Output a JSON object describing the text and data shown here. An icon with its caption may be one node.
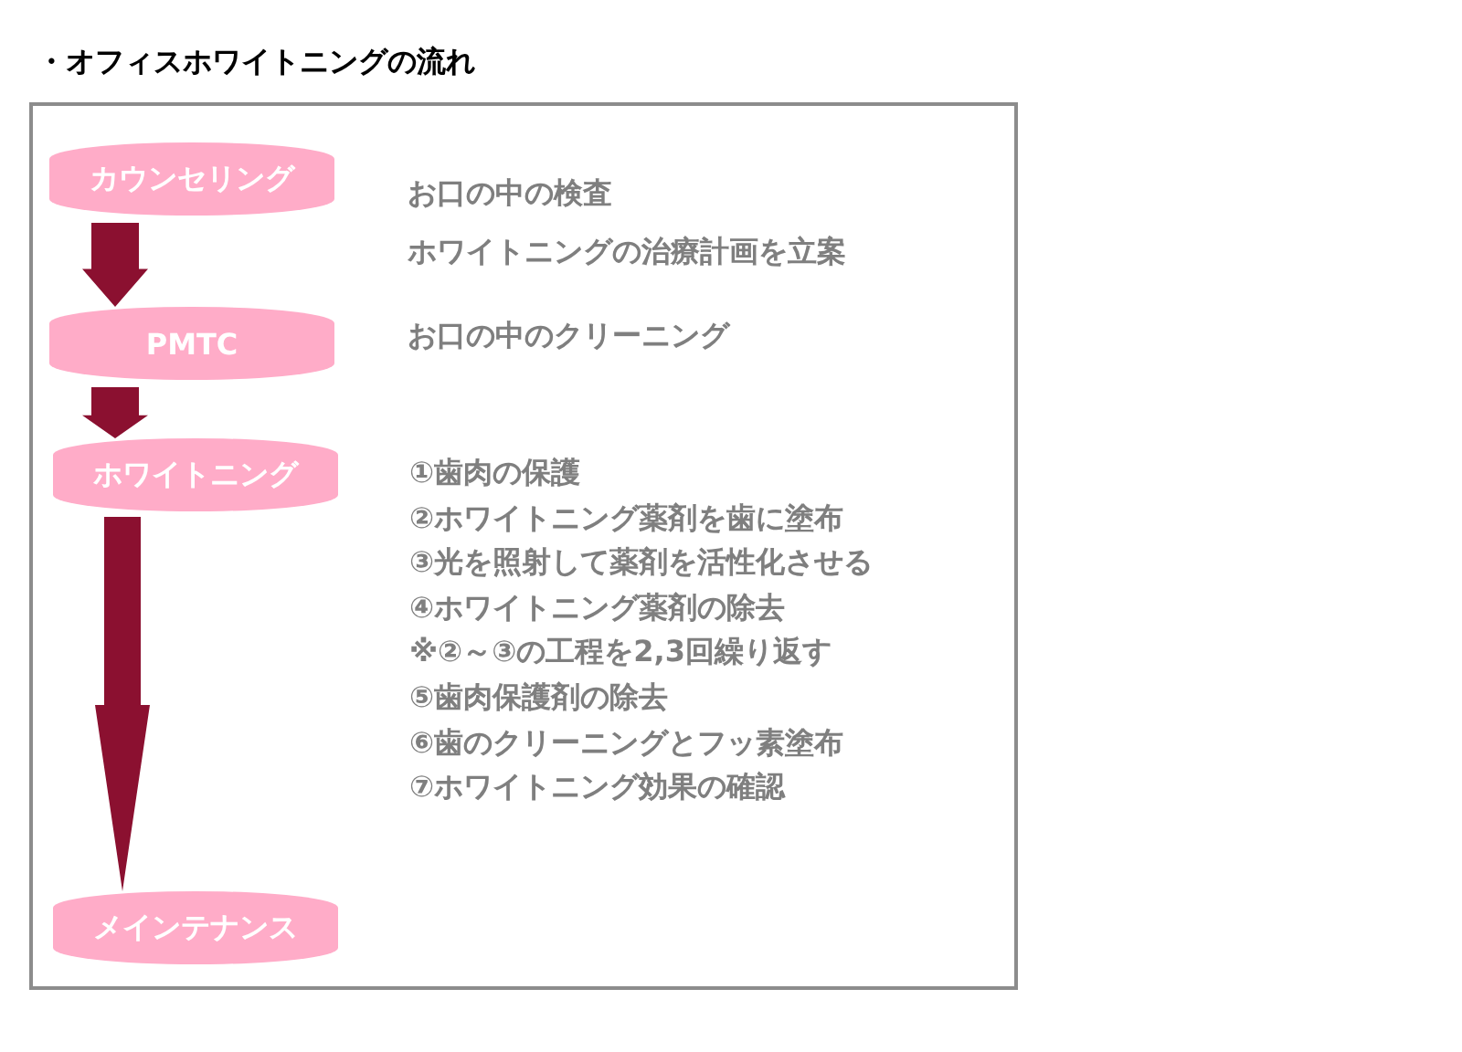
{
  "diagram": {
    "title": "・オフィスホワイトニングの流れ",
    "nodes": [
      {
        "text": [
          "カウンセリング"
        ],
        "beside": [
          "お口の中の検査",
          "ホワイトニングの治療計画を立案"
        ]
      },
      {
        "text": [
          "PMTC"
        ],
        "beside": [
          "お口の中のクリーニング"
        ]
      },
      {
        "text": [
          "ホワイトニング"
        ],
        "beside": [
          "①歯肉の保護",
          "②ホワイトニング薬剤を歯に塗布",
          "③光を照射して薬剤を活性化させる",
          "④ホワイトニング薬剤の除去",
          "※②～③の工程を2,3回繰り返す",
          "⑤歯肉保護剤の除去",
          "⑥歯のクリーニングとフッ素塗布",
          "⑦ホワイトニング効果の確認"
        ]
      },
      {
        "text": [
          "メインテナンス"
        ]
      }
    ],
    "edges": [
      {
        "from": 0,
        "to": 1,
        "arrow": "to"
      },
      {
        "from": 1,
        "to": 2,
        "arrow": "to"
      },
      {
        "from": 2,
        "to": 3,
        "arrow": "to"
      }
    ]
  }
}
